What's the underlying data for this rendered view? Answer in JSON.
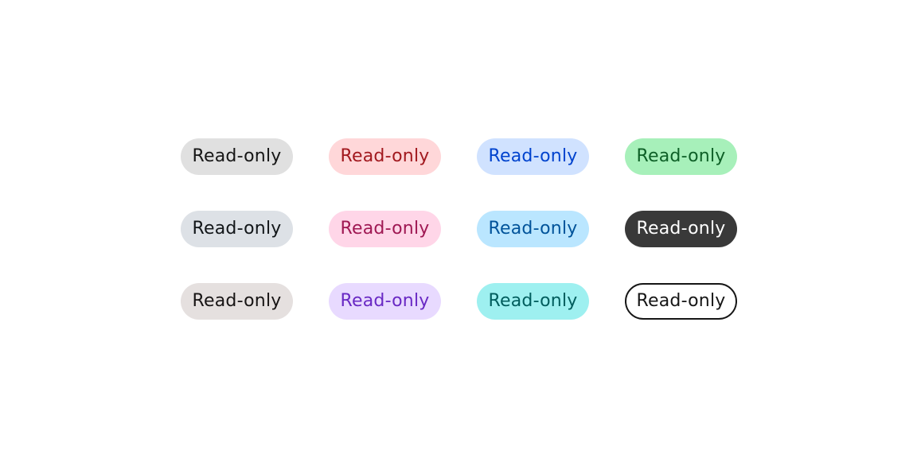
{
  "tags": [
    {
      "label": "Read-only",
      "name": "tag-gray",
      "bg": "#e0e0e0",
      "fg": "#161616",
      "border": "transparent"
    },
    {
      "label": "Read-only",
      "name": "tag-red",
      "bg": "#ffd7d9",
      "fg": "#a2191f",
      "border": "transparent"
    },
    {
      "label": "Read-only",
      "name": "tag-blue",
      "bg": "#d0e2ff",
      "fg": "#0043ce",
      "border": "transparent"
    },
    {
      "label": "Read-only",
      "name": "tag-green",
      "bg": "#a7f0ba",
      "fg": "#0e6027",
      "border": "transparent"
    },
    {
      "label": "Read-only",
      "name": "tag-cool-gray",
      "bg": "#dde1e6",
      "fg": "#121619",
      "border": "transparent"
    },
    {
      "label": "Read-only",
      "name": "tag-magenta",
      "bg": "#ffd6e8",
      "fg": "#9f1853",
      "border": "transparent"
    },
    {
      "label": "Read-only",
      "name": "tag-cyan",
      "bg": "#bae6ff",
      "fg": "#00539a",
      "border": "transparent"
    },
    {
      "label": "Read-only",
      "name": "tag-high-contrast",
      "bg": "#393939",
      "fg": "#ffffff",
      "border": "transparent"
    },
    {
      "label": "Read-only",
      "name": "tag-warm-gray",
      "bg": "#e5e0df",
      "fg": "#171414",
      "border": "transparent"
    },
    {
      "label": "Read-only",
      "name": "tag-purple",
      "bg": "#e8daff",
      "fg": "#6929c4",
      "border": "transparent"
    },
    {
      "label": "Read-only",
      "name": "tag-teal",
      "bg": "#9ef0f0",
      "fg": "#005d5d",
      "border": "transparent"
    },
    {
      "label": "Read-only",
      "name": "tag-outline",
      "bg": "#ffffff",
      "fg": "#161616",
      "border": "#161616"
    }
  ]
}
